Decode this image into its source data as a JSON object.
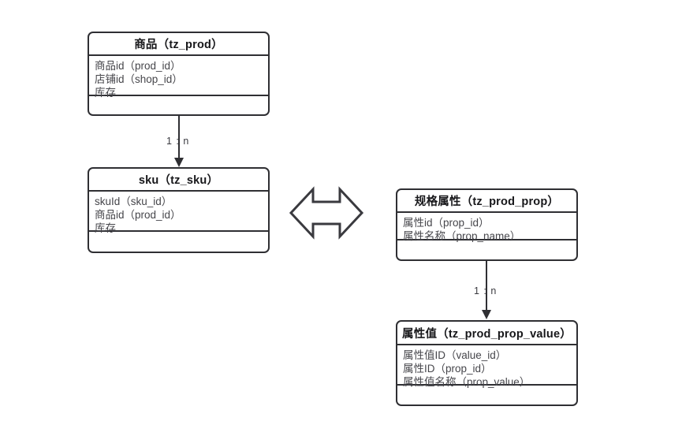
{
  "diagram": {
    "title": "",
    "colors": {
      "stroke": "#2f2f33",
      "header_text": "#17171a",
      "field_text": "#46464b",
      "background": "#ffffff"
    },
    "entities": [
      {
        "id": "tz_prod",
        "header": "商品（tz_prod）",
        "fields": [
          "商品id（prod_id）",
          "店铺id（shop_id）",
          "库存"
        ]
      },
      {
        "id": "tz_sku",
        "header": "sku（tz_sku）",
        "fields": [
          "skuId（sku_id）",
          "商品id（prod_id）",
          "库存"
        ]
      },
      {
        "id": "tz_prod_prop",
        "header": "规格属性（tz_prod_prop）",
        "fields": [
          "属性id（prop_id）",
          "属性名称（prop_name）"
        ]
      },
      {
        "id": "tz_prod_prop_value",
        "header": "属性值（tz_prod_prop_value）",
        "fields": [
          "属性值ID（value_id）",
          "属性ID（prop_id）",
          "属性值名称（prop_value）"
        ]
      }
    ],
    "connectors": [
      {
        "id": "prod-to-sku",
        "label": "1 : n",
        "from": "tz_prod",
        "to": "tz_sku"
      },
      {
        "id": "prop-to-prop-value",
        "label": "1 : n",
        "from": "tz_prod_prop",
        "to": "tz_prod_prop_value"
      }
    ],
    "symbols": [
      {
        "id": "left-right-arrow",
        "name": "double-headed-arrow"
      }
    ]
  }
}
